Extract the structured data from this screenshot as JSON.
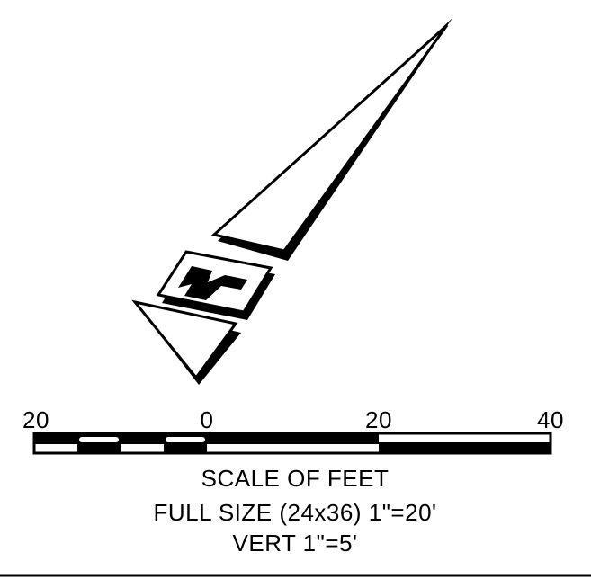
{
  "north_arrow": {
    "letter": "N"
  },
  "scale_bar": {
    "tick_labels": [
      "20",
      "0",
      "20",
      "40"
    ],
    "title": "SCALE OF FEET",
    "full_size": "FULL SIZE (24x36) 1\"=20'",
    "vertical": "VERT 1\"=5'"
  },
  "colors": {
    "ink": "#000000",
    "paper": "#ffffff"
  }
}
